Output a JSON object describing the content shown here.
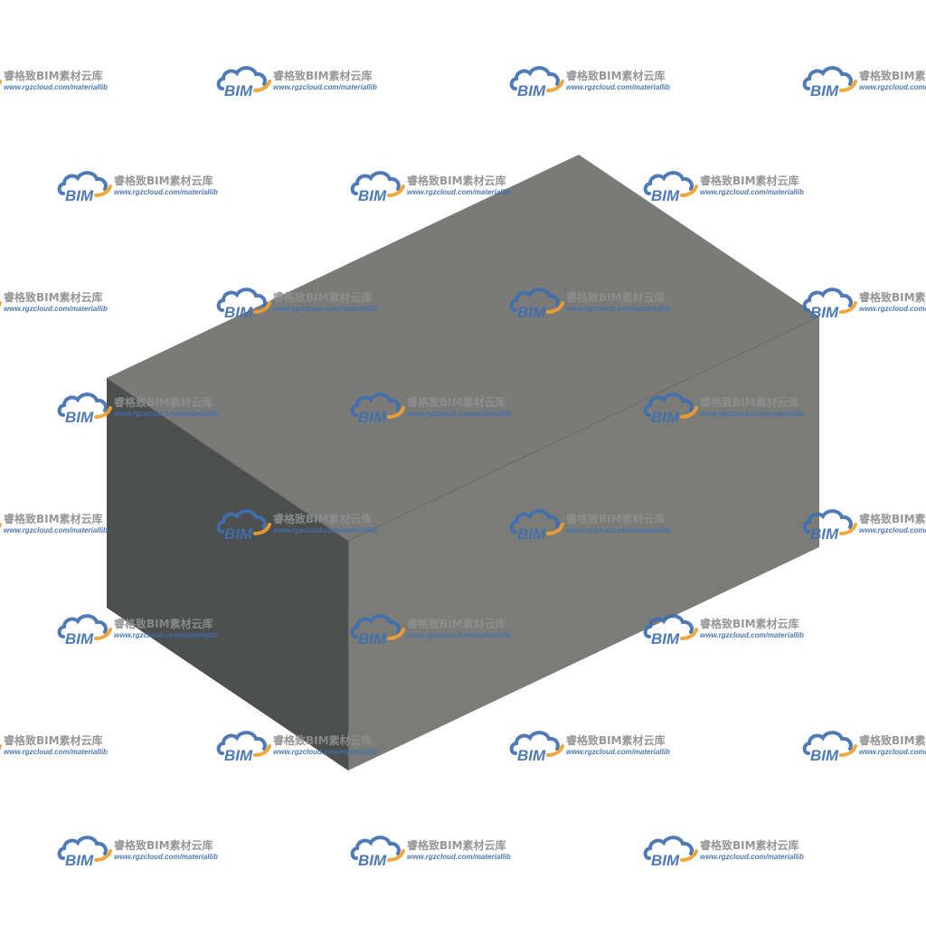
{
  "scene": {
    "background_color": "#ffffff",
    "object": "rectangular block",
    "faces": {
      "top_color": "#7a7b78",
      "right_color": "#7b7c78",
      "left_color": "#4d4f4f",
      "edge_color": "#5f605e"
    }
  },
  "watermark": {
    "title": "睿格致BIM素材云库",
    "url": "www.rgzcloud.com/materiallib",
    "logo_text": "BIM",
    "logo_color": "#3f6fb0",
    "accent_color": "#f0a030"
  }
}
